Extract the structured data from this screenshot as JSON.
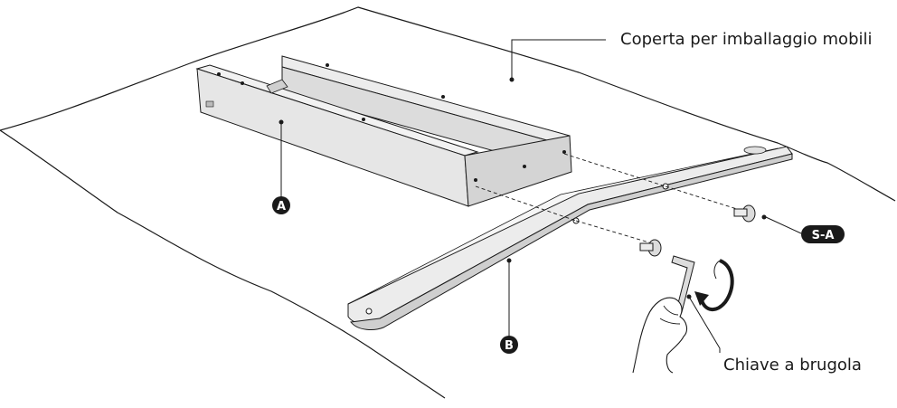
{
  "labels": {
    "blanket": "Coperta per imballaggio mobili",
    "allen_key": "Chiave a brugola"
  },
  "badges": {
    "frame": "A",
    "leg": "B",
    "screw": "S-A"
  },
  "colors": {
    "line": "#1a1a1a",
    "part_fill": "#ececec",
    "part_shade": "#d4d4d4",
    "badge": "#1a1a1a"
  }
}
